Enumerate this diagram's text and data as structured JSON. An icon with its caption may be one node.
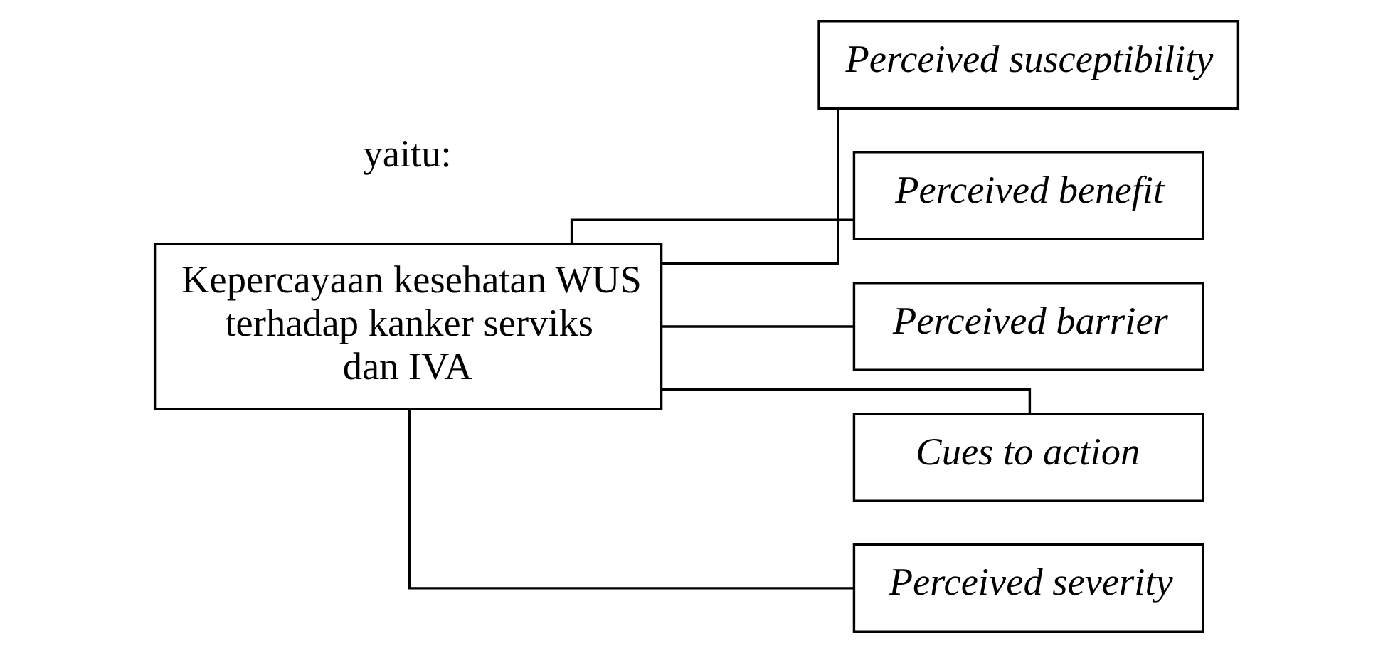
{
  "diagram": {
    "nodes": [
      {
        "text": [
          "Kepercayaan kesehatan WUS terhadap kanker serviks dan IVA"
        ]
      },
      {
        "text": [
          "Perceived susceptibility"
        ]
      },
      {
        "text": [
          "Perceived benefit"
        ]
      },
      {
        "text": [
          "Perceived barrier"
        ]
      },
      {
        "text": [
          "Cues to action"
        ]
      },
      {
        "text": [
          "Perceived severity"
        ]
      }
    ],
    "edges": [
      {
        "from": 0,
        "to": 1,
        "arrow": "none"
      },
      {
        "from": 0,
        "to": 2,
        "arrow": "none"
      },
      {
        "from": 0,
        "to": 3,
        "arrow": "none"
      },
      {
        "from": 0,
        "to": 4,
        "arrow": "none"
      },
      {
        "from": 0,
        "to": 5,
        "arrow": "none"
      }
    ],
    "labels": [
      "yaitu:"
    ]
  }
}
